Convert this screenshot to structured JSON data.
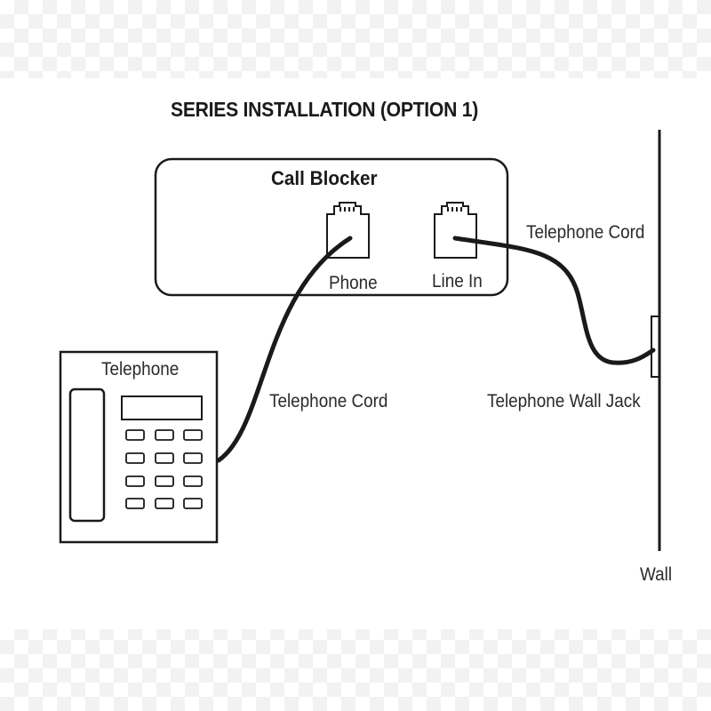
{
  "diagram": {
    "title": "SERIES INSTALLATION (OPTION 1)",
    "call_blocker": {
      "label": "Call Blocker",
      "port_phone": "Phone",
      "port_line_in": "Line In"
    },
    "telephone": {
      "label": "Telephone"
    },
    "cords": {
      "phone_cord": "Telephone Cord",
      "line_cord": "Telephone Cord"
    },
    "wall_jack": "Telephone Wall Jack",
    "wall": "Wall"
  }
}
